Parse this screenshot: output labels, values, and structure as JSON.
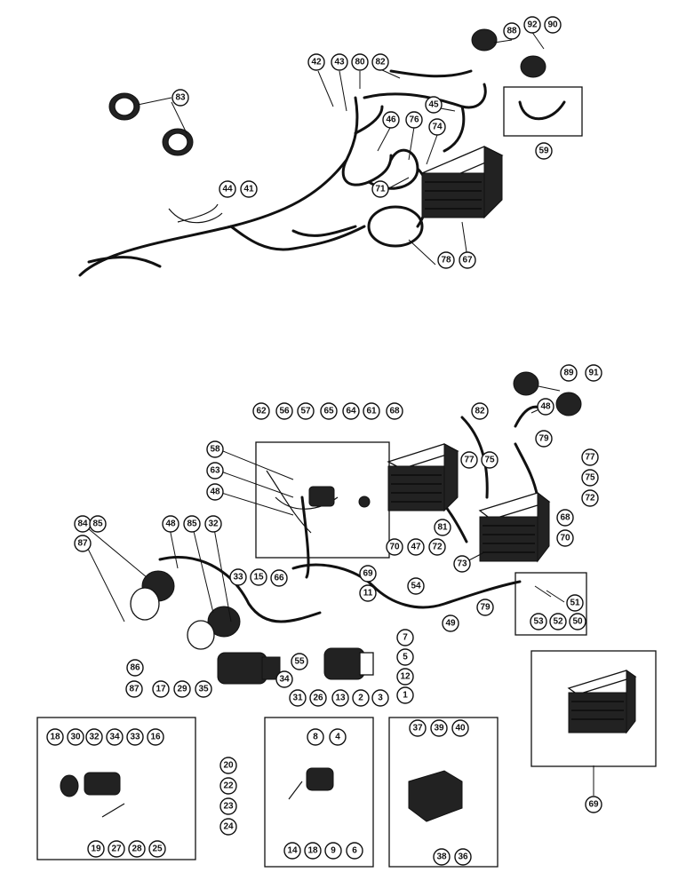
{
  "callouts": [
    "42",
    "43",
    "80",
    "82",
    "88",
    "92",
    "90",
    "83",
    "46",
    "76",
    "74",
    "45",
    "59",
    "44",
    "41",
    "71",
    "78",
    "67",
    "89",
    "91",
    "62",
    "56",
    "57",
    "65",
    "64",
    "61",
    "68",
    "82",
    "48",
    "58",
    "63",
    "48",
    "77",
    "75",
    "79",
    "77",
    "75",
    "72",
    "84",
    "85",
    "48",
    "85",
    "32",
    "87",
    "33",
    "15",
    "66",
    "69",
    "11",
    "81",
    "70",
    "47",
    "72",
    "68",
    "70",
    "73",
    "54",
    "79",
    "51",
    "53",
    "52",
    "50",
    "86",
    "55",
    "49",
    "7",
    "5",
    "12",
    "1",
    "87",
    "17",
    "29",
    "35",
    "34",
    "31",
    "26",
    "13",
    "2",
    "3",
    "18",
    "30",
    "32",
    "34",
    "33",
    "16",
    "20",
    "22",
    "23",
    "24",
    "8",
    "4",
    "37",
    "39",
    "40",
    "19",
    "27",
    "28",
    "25",
    "14",
    "18",
    "9",
    "6",
    "38",
    "36",
    "69"
  ]
}
